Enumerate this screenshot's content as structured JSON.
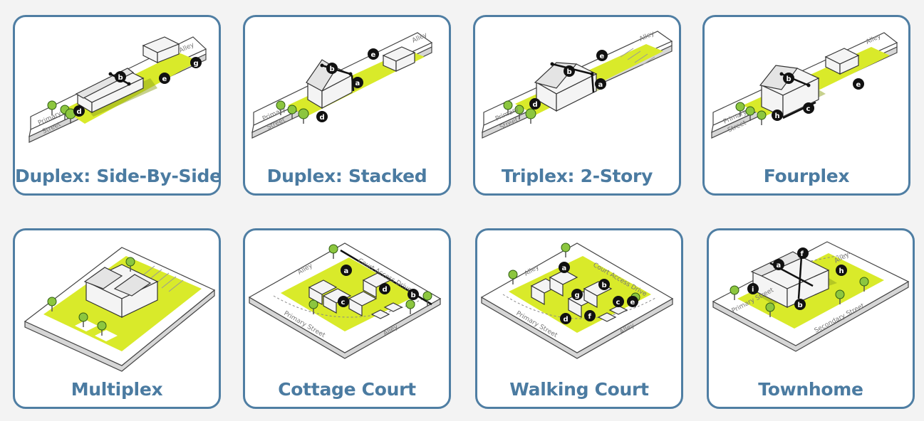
{
  "cards": [
    {
      "title": "Duplex: Side-By-Side",
      "labels": [
        "Alley",
        "Primary",
        "Street"
      ],
      "badges": [
        "b",
        "e",
        "g",
        "d"
      ]
    },
    {
      "title": "Duplex: Stacked",
      "labels": [
        "Alley",
        "Primary",
        "Street"
      ],
      "badges": [
        "b",
        "a",
        "e",
        "d"
      ]
    },
    {
      "title": "Triplex: 2-Story",
      "labels": [
        "Alley",
        "Primary",
        "Street"
      ],
      "badges": [
        "b",
        "a",
        "e",
        "d"
      ]
    },
    {
      "title": "Fourplex",
      "labels": [
        "Alley",
        "Primary",
        "Street"
      ],
      "badges": [
        "b",
        "e",
        "c",
        "h"
      ]
    },
    {
      "title": "Multiplex",
      "labels": [],
      "badges": []
    },
    {
      "title": "Cottage Court",
      "labels": [
        "Alley",
        "Court Access Drive",
        "Primary Street",
        "Alley"
      ],
      "badges": [
        "a",
        "b",
        "c",
        "d"
      ]
    },
    {
      "title": "Walking Court",
      "labels": [
        "Alley",
        "Court Access Drive",
        "Primary Street",
        "Alley"
      ],
      "badges": [
        "a",
        "b",
        "g",
        "c",
        "e",
        "d",
        "f"
      ]
    },
    {
      "title": "Townhome",
      "labels": [
        "Alley",
        "Primary Street",
        "Secondary Street"
      ],
      "badges": [
        "f",
        "a",
        "h",
        "i",
        "b"
      ]
    }
  ],
  "colors": {
    "border": "#4f7ea3",
    "title": "#4b7ba1",
    "lot": "#d9ea2a"
  }
}
